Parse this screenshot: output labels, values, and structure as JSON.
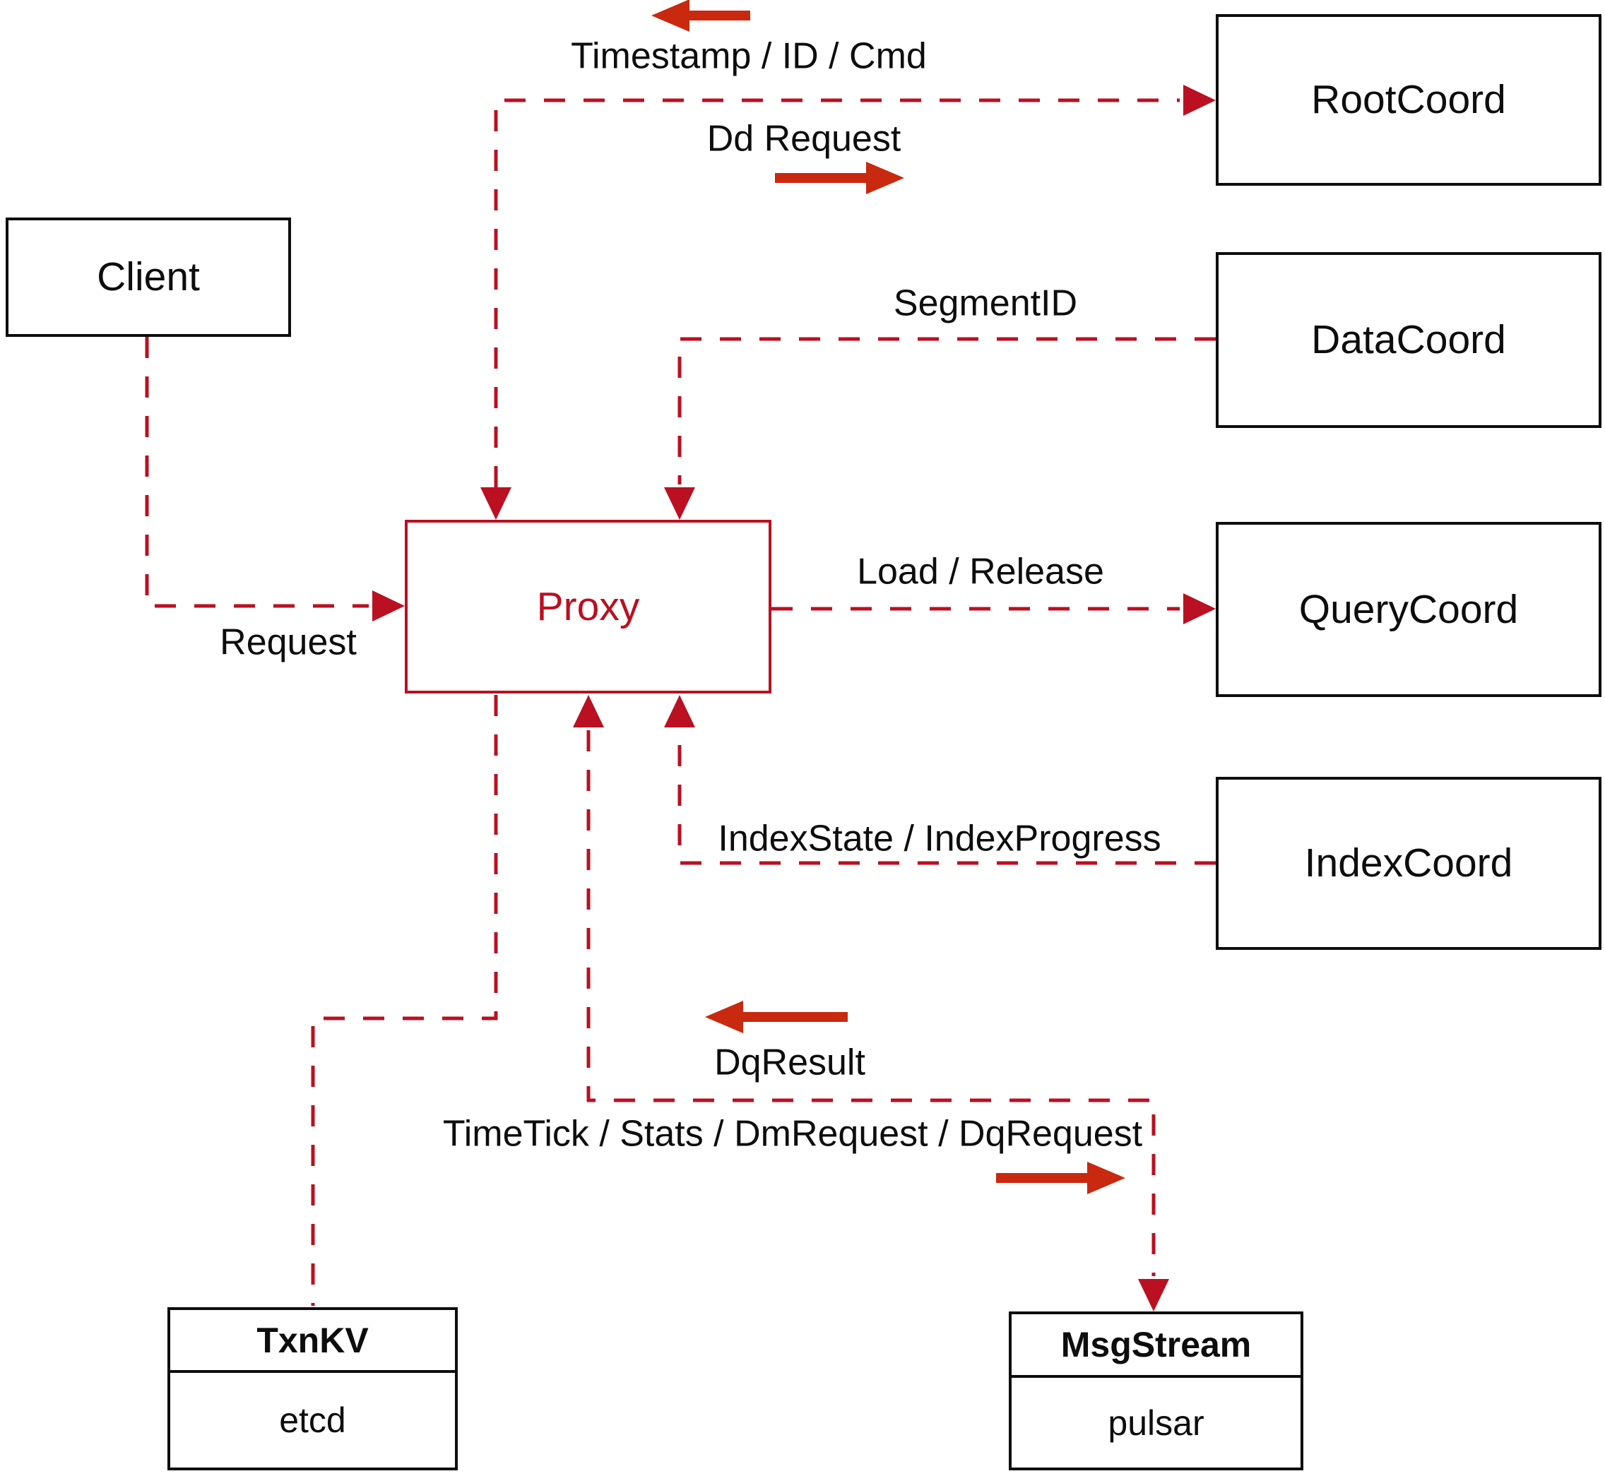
{
  "colors": {
    "dashed_line_red": "#BA1021",
    "solid_arrow_red": "#C9290E",
    "box_border_black": "#0d0d0d",
    "background": "#ffffff"
  },
  "nodes": {
    "client": {
      "label": "Client"
    },
    "root_coord": {
      "label": "RootCoord"
    },
    "data_coord": {
      "label": "DataCoord"
    },
    "query_coord": {
      "label": "QueryCoord"
    },
    "index_coord": {
      "label": "IndexCoord"
    },
    "proxy": {
      "label": "Proxy"
    },
    "txn_kv": {
      "title": "TxnKV",
      "subtitle": "etcd"
    },
    "msg_stream": {
      "title": "MsgStream",
      "subtitle": "pulsar"
    }
  },
  "edge_labels": {
    "timestamp": "Timestamp / ID / Cmd",
    "dd_request": "Dd Request",
    "segment_id": "SegmentID",
    "load_release": "Load / Release",
    "request": "Request",
    "index_state": "IndexState / IndexProgress",
    "dq_result": "DqResult",
    "timetick": "TimeTick / Stats / DmRequest / DqRequest"
  }
}
